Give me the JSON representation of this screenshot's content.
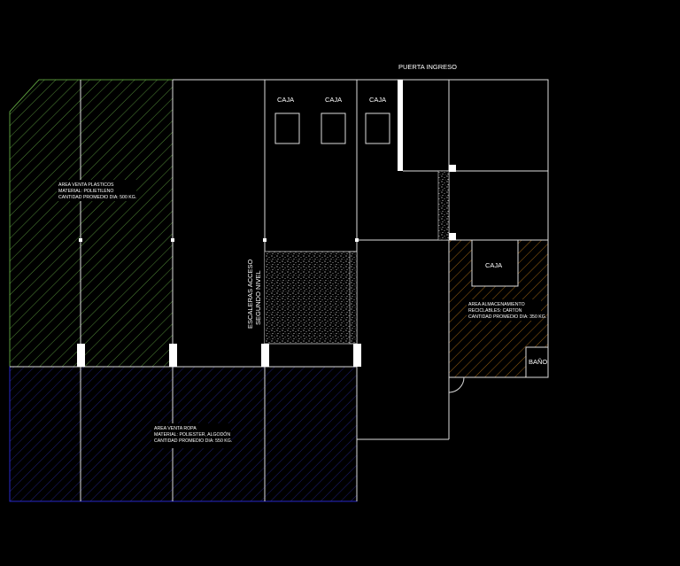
{
  "labels": {
    "entrance": "PUERTA INGRESO",
    "caja_1": "CAJA",
    "caja_2": "CAJA",
    "caja_3": "CAJA",
    "caja_4": "CAJA",
    "stairs_line1": "ESCALERAS ACCESO",
    "stairs_line2": "SEGUNDO NIVEL",
    "bathroom": "BAÑO"
  },
  "areas": {
    "plastics": {
      "line1": "AREA VENTA PLASTICOS",
      "line2": "MATERIAL: POLIETILENO",
      "line3": "CANTIDAD PROMEDIO DIA: 500 KG."
    },
    "recycling": {
      "line1": "AREA ALMACENAMIENTO",
      "line2": "RECICLABLES: CARTON",
      "line3": "CANTIDAD PROMEDIO DIA: 350 KG."
    },
    "clothing": {
      "line1": "AREA VENTA ROPA",
      "line2": "MATERIAL: POLIESTER, ALGODÓN",
      "line3": "CANTIDAD PROMEDIO DIA: 550 KG."
    }
  },
  "colors": {
    "background": "#000000",
    "walls": "#dcdcdc",
    "plastics_zone": "#6fbf4a",
    "clothing_zone": "#2828c8",
    "recycling_zone": "#d08a1c"
  }
}
